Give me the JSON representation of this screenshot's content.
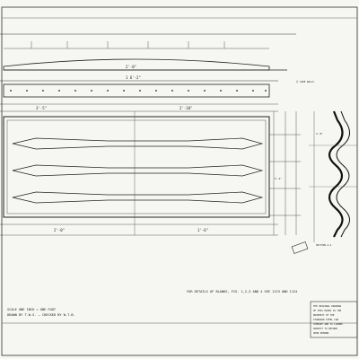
{
  "drawing": {
    "view_labels": {
      "top_span": "1 6'-2\"",
      "overall": "2'-0\"",
      "dim_a": "3'-5\"",
      "dim_b": "2'-10\"",
      "dim_c": "2'-0\"",
      "dim_d": "1'-6\"",
      "dim_e": "6'-4\"",
      "dim_f": "4'-8\"",
      "side_mark": "Ⓒ SIDE WALLS"
    },
    "notes": {
      "detail_ref": "FOR DETAILS OF BLANKS, FIG. 1,2,3 AND 4 SEE 1123 AND 1124",
      "scale_line_1": "SCALE ONE INCH = ONE FOOT",
      "scale_line_2": "DRAWN BY T.W.S. — CHECKED BY W.T.B.",
      "section": "SECTION A-A"
    },
    "title_block": {
      "lines": [
        "THE ORIGINAL DRAWING",
        "OF THIS PRINT IS THE",
        "PROPERTY OF THE",
        "STANDARD STEEL CAR",
        "COMPANY AND IS LOANED",
        "SUBJECT TO RETURN",
        "UPON DEMAND."
      ]
    }
  }
}
